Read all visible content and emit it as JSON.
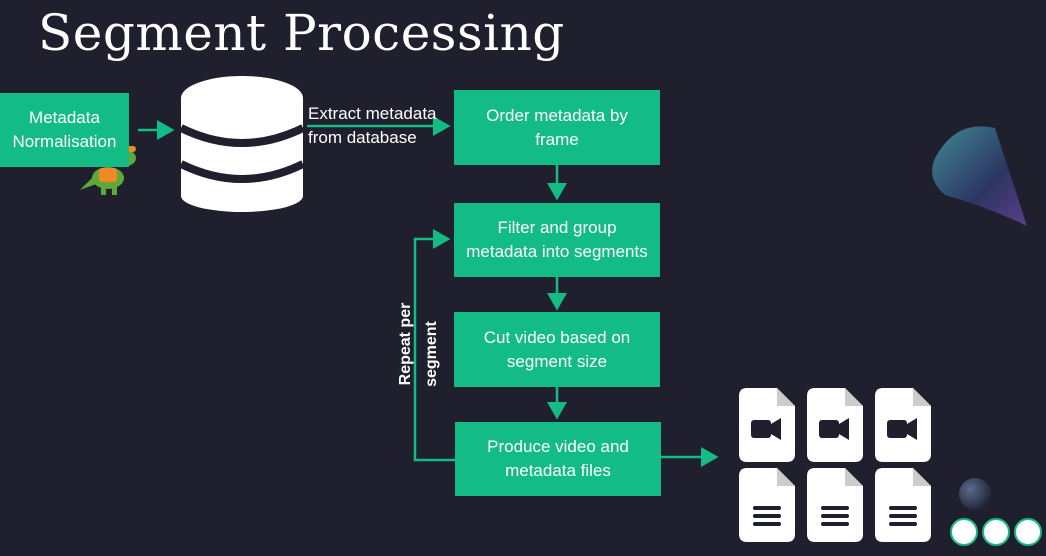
{
  "title": "Segment Processing",
  "boxes": {
    "normalisation": "Metadata Normalisation",
    "order": "Order metadata by frame",
    "filter": "Filter and group metadata into segments",
    "cut": "Cut video based on segment size",
    "produce": "Produce video and metadata files"
  },
  "labels": {
    "extract_line1": "Extract metadata",
    "extract_line2": "from database",
    "repeat_line1": "Repeat per",
    "repeat_line2": "segment"
  },
  "icons": {
    "database": "database-icon",
    "mascot": "dinosaur-mascot-icon",
    "video_file": "video-file-icon",
    "text_file": "document-file-icon",
    "cone": "cone-decoration",
    "sphere": "sphere-decoration",
    "dots": "three-dots-decoration"
  },
  "colors": {
    "background": "#201f2e",
    "accent": "#13bb85",
    "text": "#ffffff"
  }
}
